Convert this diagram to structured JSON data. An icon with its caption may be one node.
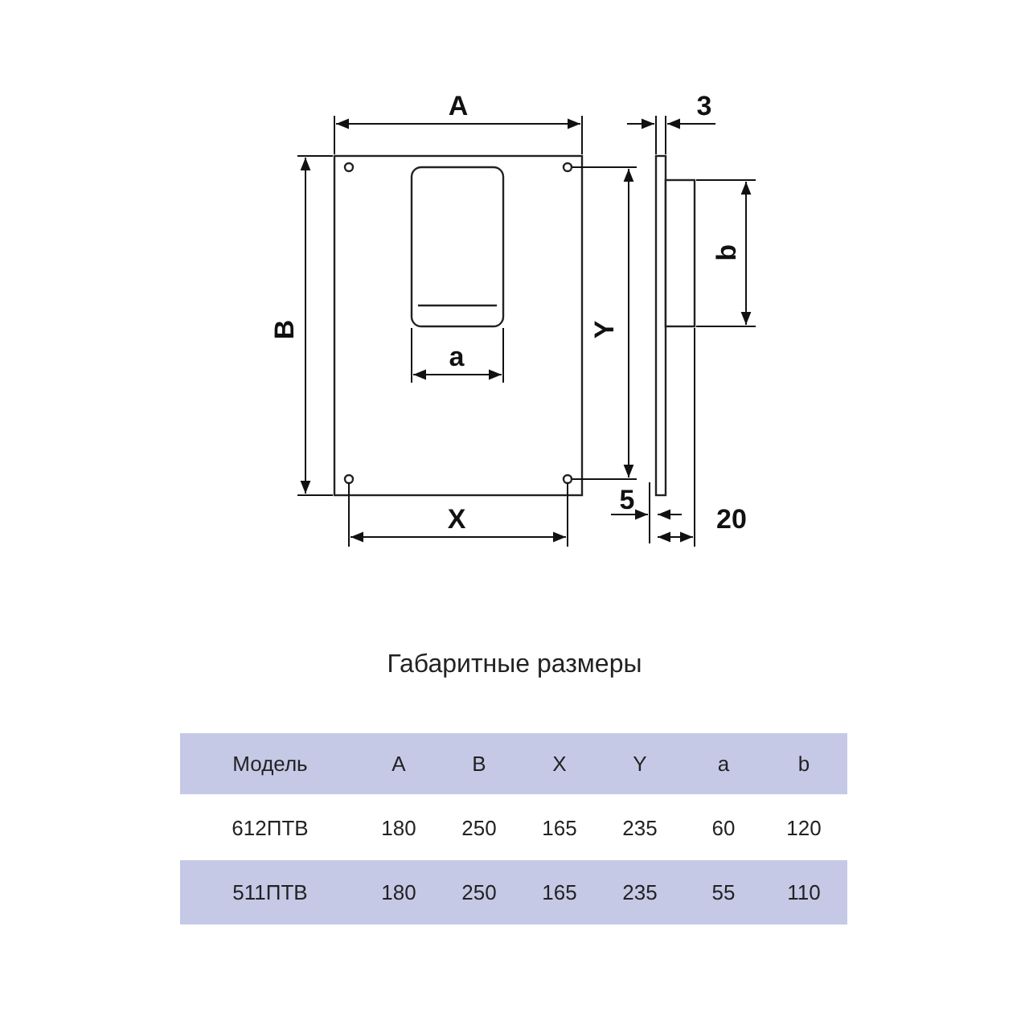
{
  "diagram": {
    "title": "Габаритные размеры",
    "labels": [
      "A",
      "3",
      "b",
      "B",
      "Y",
      "a",
      "5",
      "X",
      "20",
      "Модель",
      "A",
      "B",
      "X",
      "Y",
      "a",
      "b",
      "612ПТВ",
      "180",
      "250",
      "165",
      "235",
      "60",
      "120",
      "511ПТВ",
      "180",
      "250",
      "165",
      "235",
      "55",
      "110"
    ]
  }
}
